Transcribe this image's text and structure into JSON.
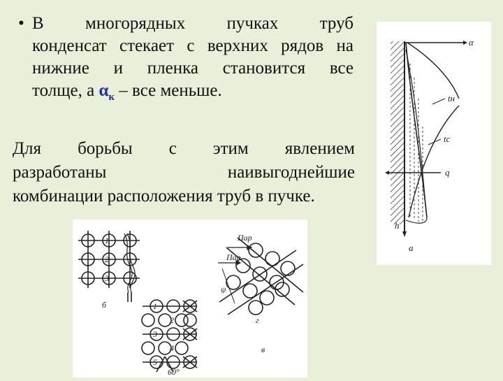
{
  "bullet": {
    "marker": "•",
    "lines": [
      "В многорядных пучках труб",
      "конденсат стекает с верхних рядов на",
      "нижние и пленка становится все"
    ],
    "line4_before": "толще, а ",
    "alpha_symbol": "α",
    "alpha_sub": "к",
    "line4_after": " – все меньше."
  },
  "paragraph": {
    "lines": [
      "Для борьбы с этим явлением",
      "разработаны наивыгоднейшие",
      "комбинации расположения труб в пучке."
    ]
  },
  "figure_left": {
    "label_b": "б",
    "label_v": "в",
    "label_g": "г",
    "tubes_b": [
      "1",
      "2",
      "3"
    ],
    "tubes_v": [
      "1",
      "2",
      "3",
      "4",
      "5"
    ],
    "steam_label_1": "Пар",
    "steam_label_2": "Пар",
    "angle_label": "60°",
    "psi_label": "ψ"
  },
  "figure_right": {
    "label_alpha": "α",
    "label_tn": "tн",
    "label_tc": "tc",
    "label_q": "q",
    "label_h": "h",
    "label_a": "a"
  }
}
